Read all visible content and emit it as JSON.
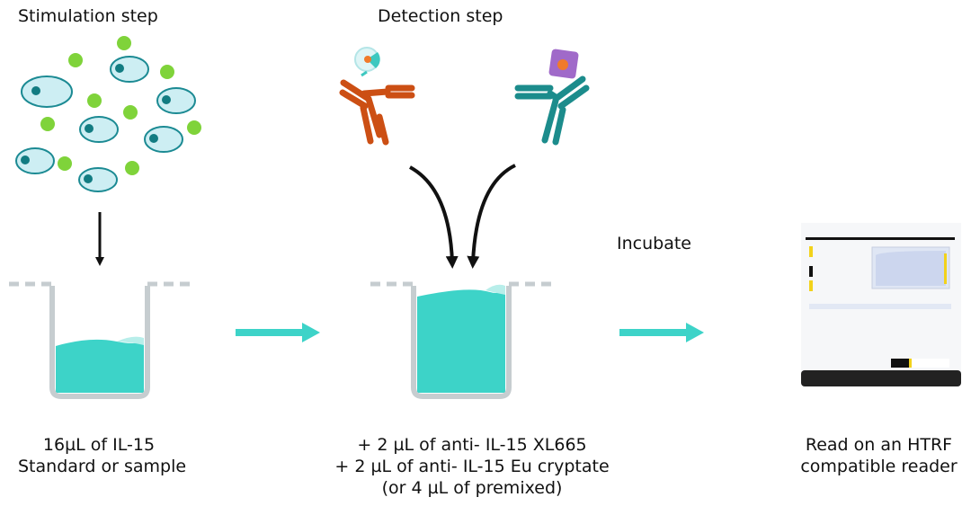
{
  "headings": {
    "stimulation": "Stimulation step",
    "detection": "Detection step",
    "incubate": "Incubate"
  },
  "captions": {
    "stimulation": [
      "16µL of IL-15",
      "Standard or sample"
    ],
    "detection": [
      "+ 2 µL of anti- IL-15 XL665",
      "+ 2 µL of anti- IL-15 Eu cryptate",
      "(or 4 µL of premixed)"
    ],
    "reader": [
      "Read on an HTRF",
      "compatible reader"
    ]
  },
  "icons": {
    "cells": "cell-icon",
    "cytokine": "il15-dot-icon",
    "antibody_eu": "antibody-eu-cryptate-icon",
    "antibody_xl": "antibody-xl665-icon",
    "well": "well-icon",
    "reader": "htrf-reader-icon"
  },
  "colors": {
    "cell_fill": "#cdeef3",
    "cell_stroke": "#1b8a93",
    "nucleus": "#127c82",
    "cytokine": "#7fd33a",
    "liquid": "#3dd3c8",
    "liquid_highlight": "#b8eeea",
    "well_wall": "#c6cdd0",
    "flow_arrow": "#3dd3c8",
    "antibody_eu": "#cc4f14",
    "antibody_xl": "#1c8c8c",
    "eu_label": "#3dc8c0",
    "xl_label": "#a06ac9",
    "xl_core": "#f07a2a",
    "reader_base": "#222222",
    "reader_accent": "#f2d21b"
  }
}
